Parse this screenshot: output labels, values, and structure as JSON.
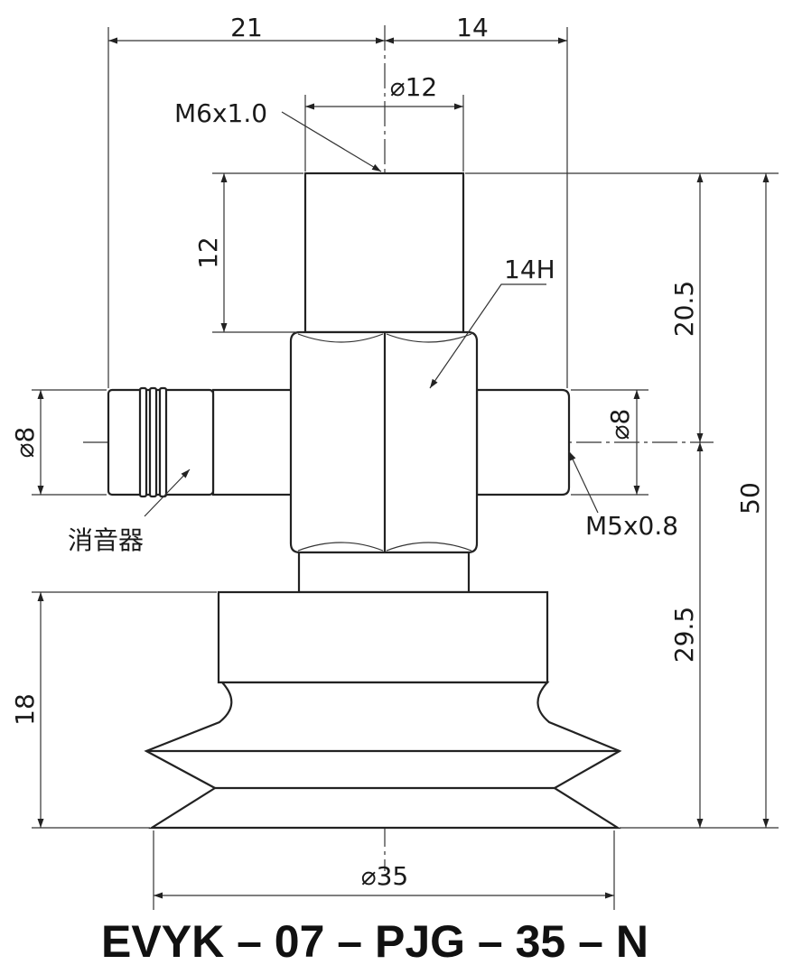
{
  "drawing": {
    "dimensions": {
      "top_left_width": "21",
      "top_right_width": "14",
      "top_diameter": "⌀12",
      "thread_top": "M6x1.0",
      "stem_height": "12",
      "hex_size": "14H",
      "upper_height": "20.5",
      "total_height": "50",
      "left_diameter": "⌀8",
      "right_diameter": "⌀8",
      "thread_side": "M5x0.8",
      "lower_height": "29.5",
      "cup_height": "18",
      "cup_diameter": "⌀35"
    },
    "silencer_label": "消音器",
    "model_code": "EVYK – 07 – PJG – 35 – N"
  }
}
